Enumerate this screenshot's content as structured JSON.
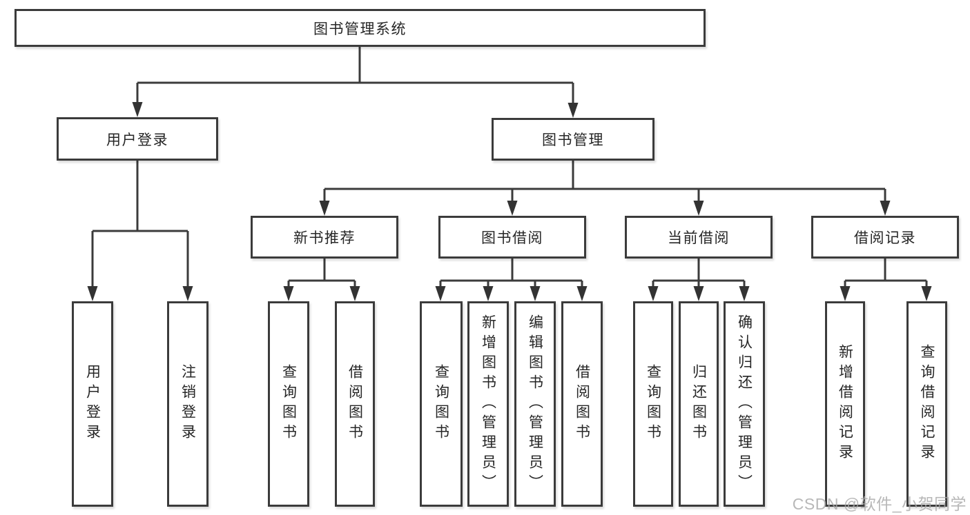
{
  "diagram": {
    "root": {
      "label": "图书管理系统"
    },
    "branches": [
      {
        "label": "用户登录",
        "children": [
          {
            "label": "用户登录"
          },
          {
            "label": "注销登录"
          }
        ]
      },
      {
        "label": "图书管理",
        "children": [
          {
            "label": "新书推荐",
            "children": [
              {
                "label": "查询图书"
              },
              {
                "label": "借阅图书"
              }
            ]
          },
          {
            "label": "图书借阅",
            "children": [
              {
                "label": "查询图书"
              },
              {
                "label": "新增图书（管理员）"
              },
              {
                "label": "编辑图书（管理员）"
              },
              {
                "label": "借阅图书"
              }
            ]
          },
          {
            "label": "当前借阅",
            "children": [
              {
                "label": "查询图书"
              },
              {
                "label": "归还图书"
              },
              {
                "label": "确认归还（管理员）"
              }
            ]
          },
          {
            "label": "借阅记录",
            "children": [
              {
                "label": "新增借阅记录"
              },
              {
                "label": "查询借阅记录"
              }
            ]
          }
        ]
      }
    ]
  },
  "watermark": "CSDN @软件_小贺同学",
  "colors": {
    "line": "#3b3b3b",
    "text": "#262626",
    "background": "#ffffff",
    "watermark": "#a8a8a8"
  }
}
